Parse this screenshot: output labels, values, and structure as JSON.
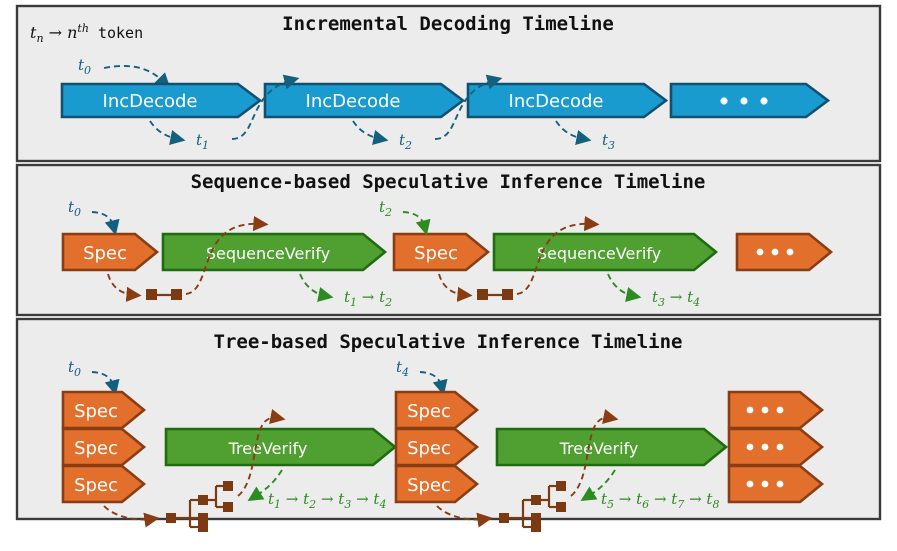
{
  "figure": {
    "legend_note": "t_n -> n^th token",
    "legend_parts": {
      "t": "t",
      "n_sub": "n",
      "arrow": "→",
      "n": "n",
      "th": "th",
      "token": "token"
    },
    "background": "#ececec",
    "frame_color": "#3a3a3a"
  },
  "colors": {
    "blue_fill": "#1a9bd0",
    "blue_stroke": "#12506e",
    "orange_fill": "#e2702c",
    "orange_stroke": "#8a3c13",
    "green_fill": "#4fa030",
    "green_stroke": "#1f6b10",
    "token_blue": "#14607f",
    "token_green": "#2e8b22",
    "tree_brown": "#7b3a12"
  },
  "panels": [
    {
      "id": "incremental-decoding",
      "title": "Incremental Decoding Timeline",
      "stages": [
        {
          "type": "decode",
          "label": "IncDecode"
        },
        {
          "type": "decode",
          "label": "IncDecode"
        },
        {
          "type": "decode",
          "label": "IncDecode"
        },
        {
          "type": "ellipsis",
          "label": "•••"
        }
      ],
      "input_tokens": [
        "t0"
      ],
      "output_tokens": [
        "t1",
        "t2",
        "t3"
      ],
      "token_labels": {
        "t0": {
          "base": "t",
          "sub": "0"
        },
        "t1": {
          "base": "t",
          "sub": "1"
        },
        "t2": {
          "base": "t",
          "sub": "2"
        },
        "t3": {
          "base": "t",
          "sub": "3"
        }
      }
    },
    {
      "id": "sequence-based-speculative-inference",
      "title": "Sequence-based Speculative Inference Timeline",
      "stages": [
        {
          "type": "spec",
          "label": "Spec"
        },
        {
          "type": "verify",
          "label": "SequenceVerify"
        },
        {
          "type": "spec",
          "label": "Spec"
        },
        {
          "type": "verify",
          "label": "SequenceVerify"
        },
        {
          "type": "ellipsis",
          "label": "•••"
        }
      ],
      "input_tokens": [
        "t0",
        "t2"
      ],
      "output_groups": [
        "t1 → t2",
        "t3 → t4"
      ],
      "output_sequences": [
        [
          {
            "base": "t",
            "sub": "1"
          },
          {
            "base": "t",
            "sub": "2"
          }
        ],
        [
          {
            "base": "t",
            "sub": "3"
          },
          {
            "base": "t",
            "sub": "4"
          }
        ]
      ],
      "token_labels": {
        "t0": {
          "base": "t",
          "sub": "0"
        },
        "t2": {
          "base": "t",
          "sub": "2"
        }
      },
      "speculation_artifact": "token-sequence-chain"
    },
    {
      "id": "tree-based-speculative-inference",
      "title": "Tree-based Speculative Inference Timeline",
      "stages": [
        {
          "type": "spec-stack",
          "labels": [
            "Spec",
            "Spec",
            "Spec"
          ]
        },
        {
          "type": "verify",
          "label": "TreeVerify"
        },
        {
          "type": "spec-stack",
          "labels": [
            "Spec",
            "Spec",
            "Spec"
          ]
        },
        {
          "type": "verify",
          "label": "TreeVerify"
        },
        {
          "type": "ellipsis-stack",
          "labels": [
            "•••",
            "•••",
            "•••"
          ]
        }
      ],
      "input_tokens": [
        "t0",
        "t4"
      ],
      "output_sequences": [
        [
          {
            "base": "t",
            "sub": "1"
          },
          {
            "base": "t",
            "sub": "2"
          },
          {
            "base": "t",
            "sub": "3"
          },
          {
            "base": "t",
            "sub": "4"
          }
        ],
        [
          {
            "base": "t",
            "sub": "5"
          },
          {
            "base": "t",
            "sub": "6"
          },
          {
            "base": "t",
            "sub": "7"
          },
          {
            "base": "t",
            "sub": "8"
          }
        ]
      ],
      "output_groups": [
        "t1 → t2 → t3 → t4",
        "t5 → t6 → t7 → t8"
      ],
      "token_labels": {
        "t0": {
          "base": "t",
          "sub": "0"
        },
        "t4": {
          "base": "t",
          "sub": "4"
        }
      },
      "speculation_artifact": "token-tree"
    }
  ]
}
